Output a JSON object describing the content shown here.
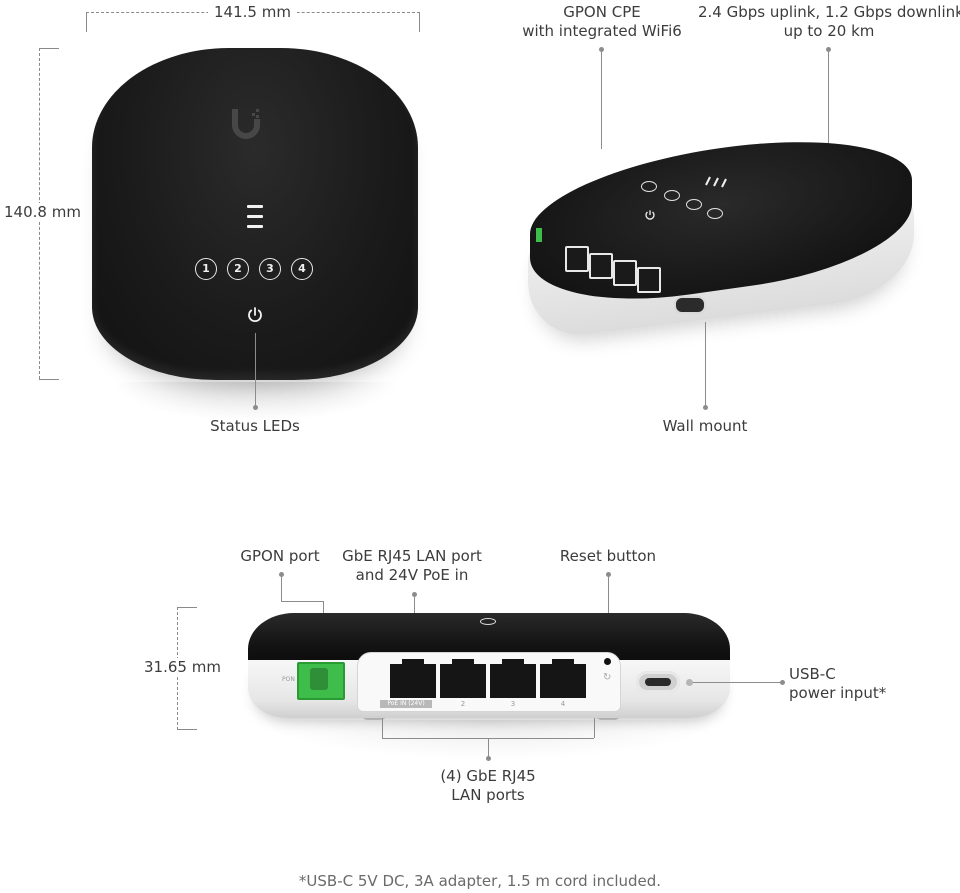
{
  "dimensions": {
    "width": "141.5 mm",
    "height": "140.8 mm",
    "depth": "31.65 mm"
  },
  "top_view": {
    "led_ports": [
      "1",
      "2",
      "3",
      "4"
    ],
    "label": "Status LEDs",
    "icons": [
      "ubiquiti-logo-icon",
      "signal-bars-icon",
      "power-icon"
    ]
  },
  "iso_view": {
    "callouts": [
      {
        "line1": "GPON  CPE",
        "line2": "with integrated WiFi6"
      },
      {
        "line1": "2.4 Gbps uplink, 1.2 Gbps downlink",
        "line2": "up to 20 km"
      }
    ],
    "wall_mount_label": "Wall mount"
  },
  "front_view": {
    "gpon_port_label": "GPON port",
    "gpon_port_tag": "PON",
    "poe_port_label_line1": "GbE RJ45 LAN port",
    "poe_port_label_line2": "and 24V PoE in",
    "reset_label": "Reset button",
    "usbc_label_line1": "USB-C",
    "usbc_label_line2": "power input*",
    "lan_ports_label_line1": "(4) GbE RJ45",
    "lan_ports_label_line2": "LAN ports",
    "port_tags": [
      "PoE IN (24V)",
      "2",
      "3",
      "4"
    ]
  },
  "footnote": "*USB-C 5V DC, 3A adapter, 1.5 m cord included.",
  "colors": {
    "device_black": "#161616",
    "device_white": "#ececec",
    "gpon_green": "#3fbd4a",
    "annotation_gray": "#8c8c8c",
    "text": "#3c3c3c"
  }
}
